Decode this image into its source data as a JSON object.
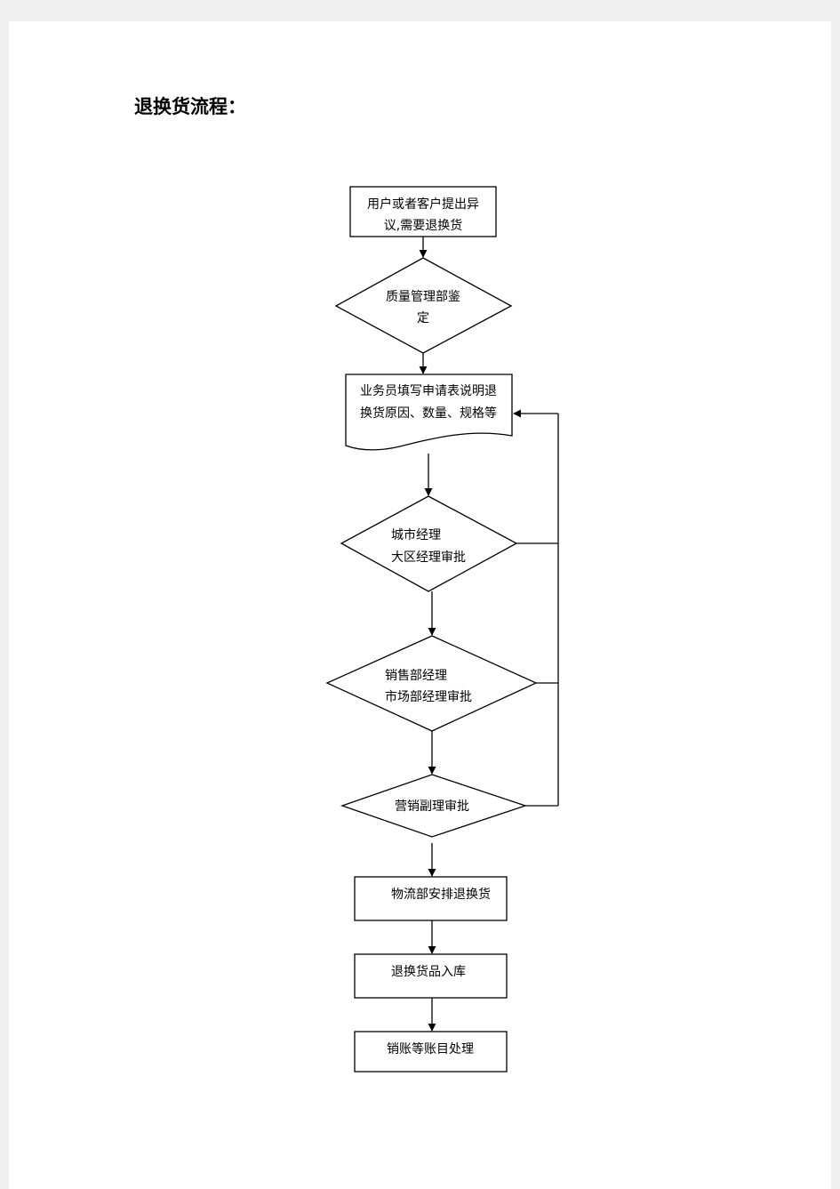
{
  "title": "退换货流程：",
  "nodes": {
    "start": {
      "line1": "用户或者客户提出异",
      "line2": "议,需要退换货"
    },
    "quality": {
      "line1": "质量管理部鉴",
      "line2": "定"
    },
    "form": {
      "line1": "业务员填写申请表说明退",
      "line2": "换货原因、数量、规格等"
    },
    "city": {
      "line1": "城市经理",
      "line2": "大区经理审批"
    },
    "sales": {
      "line1": "销售部经理",
      "line2": "市场部经理审批"
    },
    "marketing": {
      "line1": "营销副理审批"
    },
    "logistics": {
      "line1": "物流部安排退换货"
    },
    "warehouse": {
      "line1": "退换货品入库"
    },
    "accounting": {
      "line1": "销账等账目处理"
    }
  }
}
